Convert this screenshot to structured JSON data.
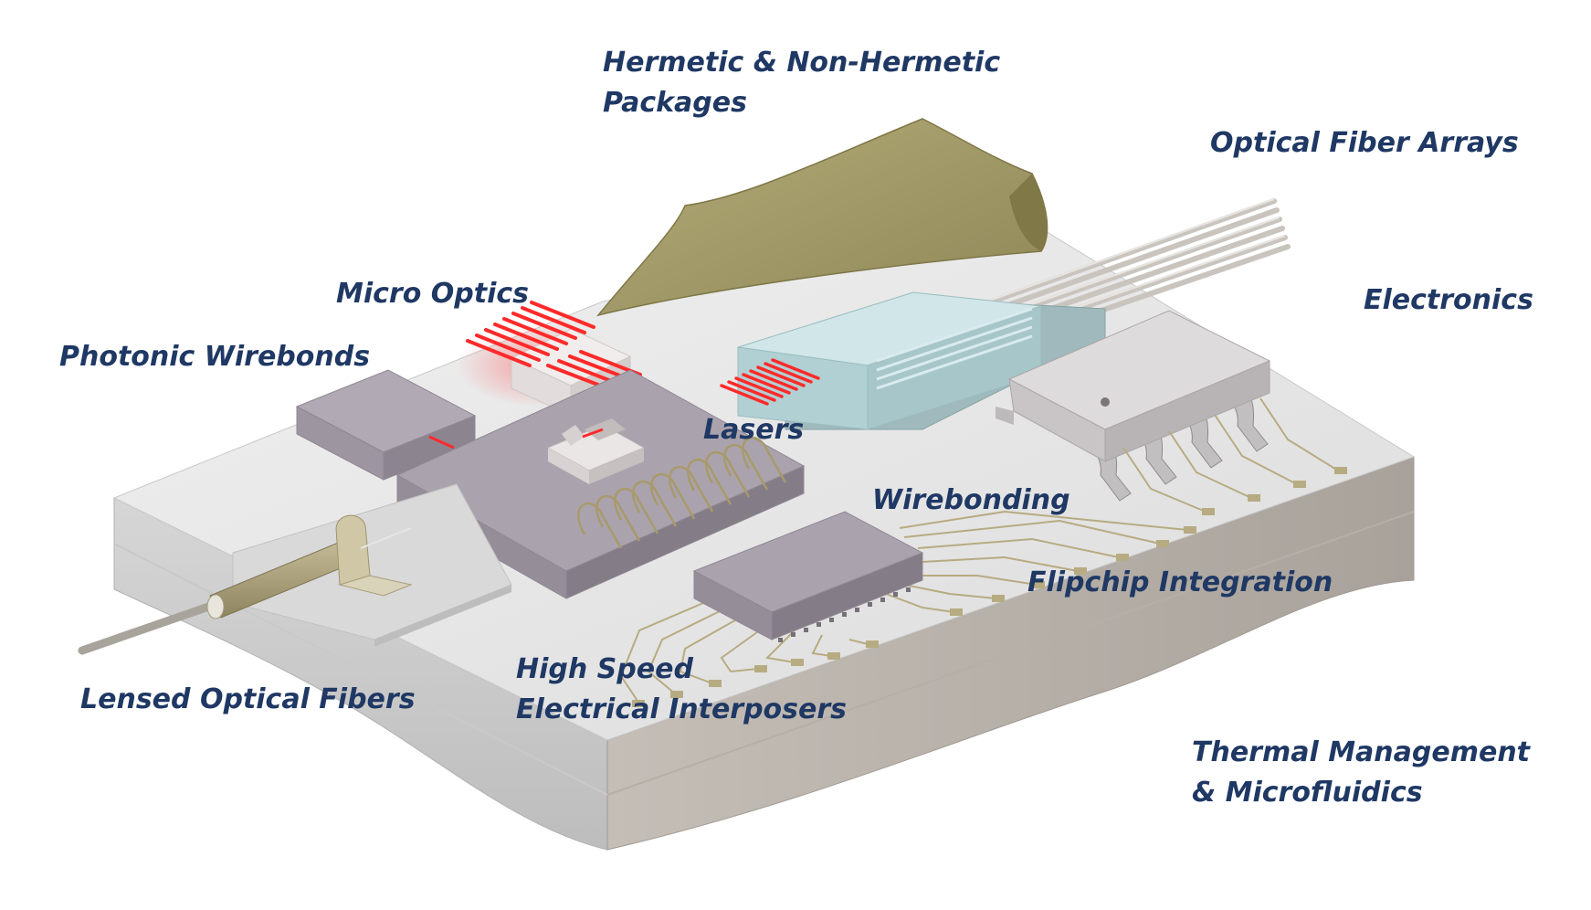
{
  "colors": {
    "label_text": "#1f3864",
    "substrate_top": "#e4e4e4",
    "substrate_front": "#cdcdcd",
    "substrate_side": "#b9b4ae",
    "chip_top": "#a9a2ad",
    "chip_side": "#8d8690",
    "package_lid": "#a79f6b",
    "glass": "#bcd8dc",
    "laser_red": "#ff2a2a",
    "trace_gold": "#b7ab82"
  },
  "labels": {
    "hermetic": [
      "Hermetic & Non-Hermetic",
      "Packages"
    ],
    "optical_fiber_arrays": [
      "Optical Fiber Arrays"
    ],
    "micro_optics": [
      "Micro Optics"
    ],
    "electronics": [
      "Electronics"
    ],
    "photonic_wirebonds": [
      "Photonic Wirebonds"
    ],
    "lasers": [
      "Lasers"
    ],
    "wirebonding": [
      "Wirebonding"
    ],
    "flipchip": [
      "Flipchip Integration"
    ],
    "high_speed": [
      "High Speed",
      "Electrical Interposers"
    ],
    "lensed_fibers": [
      "Lensed Optical Fibers"
    ],
    "thermal": [
      "Thermal Management",
      "& Microfluidics"
    ]
  }
}
